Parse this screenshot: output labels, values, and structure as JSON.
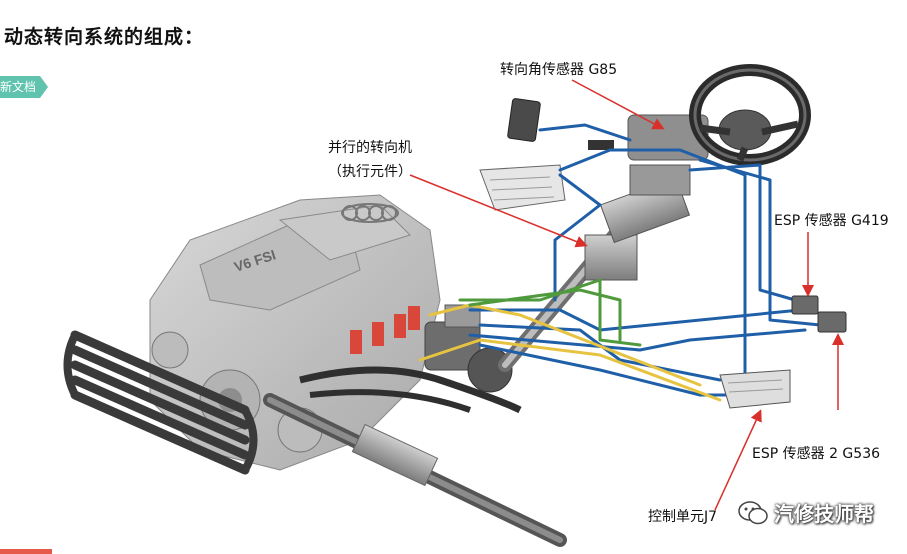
{
  "heading": "动态转向系统的组成：",
  "tag": "新文档",
  "labels": {
    "g85": "转向角传感器 G85",
    "actuator_line1": "并行的转向机",
    "actuator_line2": "（执行元件）",
    "g419": "ESP 传感器 G419",
    "g536": "ESP 传感器 2 G536",
    "control_unit": "控制单元J7"
  },
  "watermark": {
    "text": "汽修技师帮",
    "icon": "wechat-icon"
  },
  "engine_badge": "V6 FSI",
  "colors": {
    "arrow": "#d9302b",
    "wire_blue": "#1f5fa8",
    "wire_yellow": "#e6c340",
    "wire_green": "#4f9a3c",
    "tag_bg": "#5fc3ad"
  }
}
